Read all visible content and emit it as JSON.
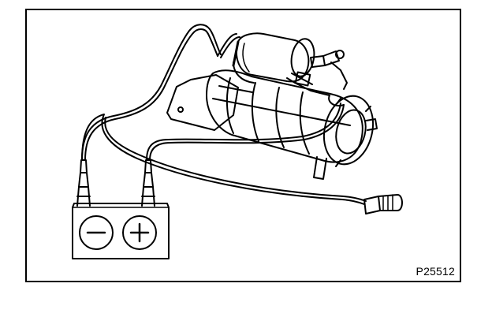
{
  "figure": {
    "code": "P25512"
  },
  "battery": {
    "negative_symbol": "minus",
    "positive_symbol": "plus"
  },
  "colors": {
    "ink": "#000000",
    "paper": "#ffffff"
  }
}
